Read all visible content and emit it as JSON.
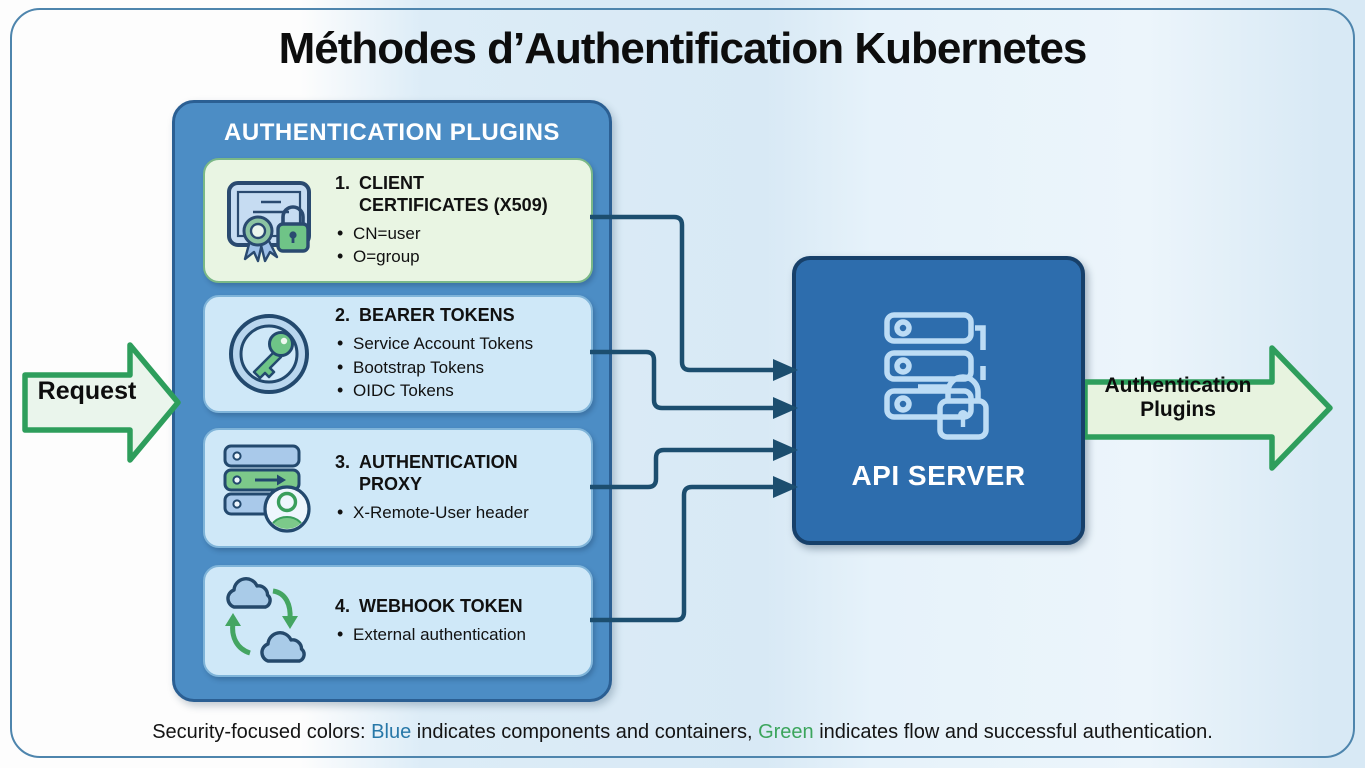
{
  "title": "Méthodes d’Authentification Kubernetes",
  "plugins": {
    "header": "AUTHENTICATION PLUGINS",
    "items": [
      {
        "number": "1.",
        "title": "CLIENT CERTIFICATES (X509)",
        "icon": "certificate-lock-icon",
        "bullets": [
          "CN=user",
          "O=group"
        ]
      },
      {
        "number": "2.",
        "title": "BEARER TOKENS",
        "icon": "key-icon",
        "bullets": [
          "Service Account Tokens",
          "Bootstrap Tokens",
          "OIDC Tokens"
        ]
      },
      {
        "number": "3.",
        "title": "AUTHENTICATION PROXY",
        "icon": "proxy-server-user-icon",
        "bullets": [
          "X-Remote-User header"
        ]
      },
      {
        "number": "4.",
        "title": "WEBHOOK TOKEN",
        "icon": "webhook-sync-icon",
        "bullets": [
          "External authentication"
        ]
      }
    ]
  },
  "request_arrow": {
    "label": "Request"
  },
  "api_server": {
    "label": "API SERVER",
    "icon": "api-server-lock-icon"
  },
  "output_arrow": {
    "label_line1": "Authentication",
    "label_line2": "Plugins"
  },
  "caption": {
    "prefix": "Security-focused colors: ",
    "blue_word": "Blue",
    "mid": " indicates components and containers, ",
    "green_word": "Green",
    "suffix": " indicates flow and successful authentication."
  },
  "colors": {
    "flow_green": "#2e9e5c",
    "component_blue": "#4c8dc5",
    "api_server_blue": "#2d6dad",
    "connector_navy": "#1c4e6f",
    "card_blue": "#cfe8f8",
    "card_green": "#e9f5e3"
  },
  "icons": [
    "certificate-lock-icon",
    "key-icon",
    "proxy-server-user-icon",
    "webhook-sync-icon",
    "api-server-lock-icon"
  ]
}
